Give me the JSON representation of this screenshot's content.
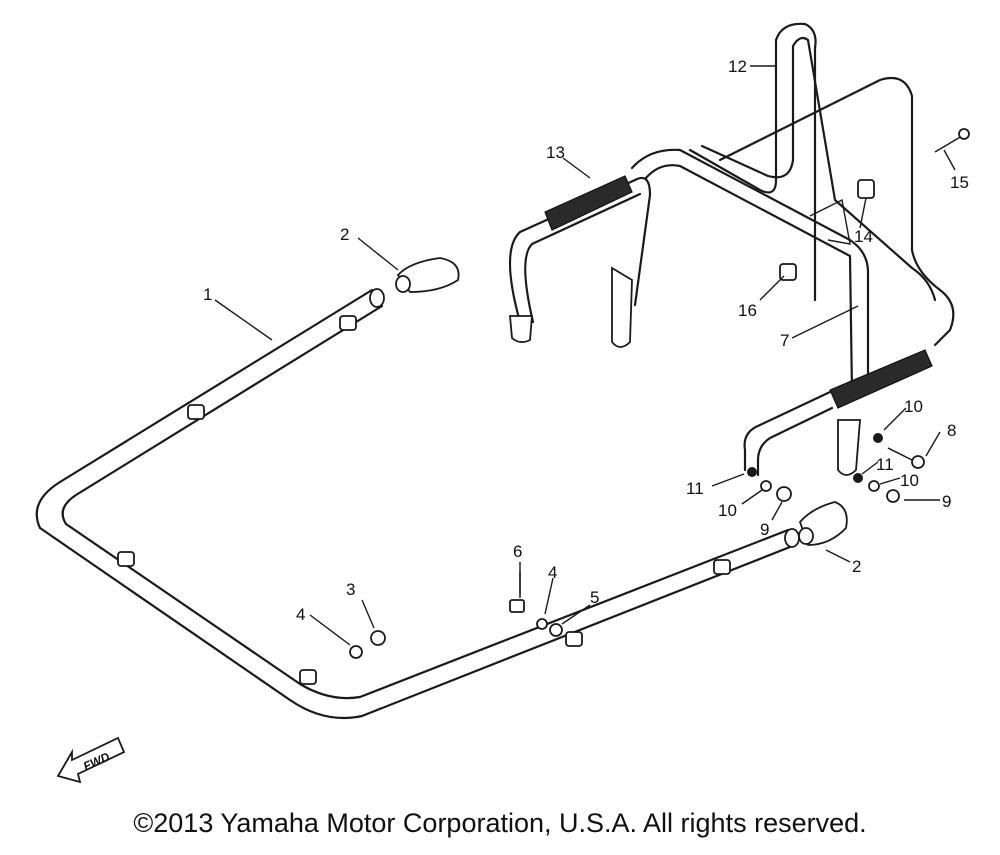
{
  "callouts": {
    "c1": "1",
    "c2a": "2",
    "c2b": "2",
    "c3": "3",
    "c4a": "4",
    "c4b": "4",
    "c5": "5",
    "c6": "6",
    "c7": "7",
    "c8": "8",
    "c9a": "9",
    "c9b": "9",
    "c10a": "10",
    "c10b": "10",
    "c10c": "10",
    "c11a": "11",
    "c11b": "11",
    "c12": "12",
    "c13": "13",
    "c14": "14",
    "c15": "15",
    "c16": "16"
  },
  "fwd_label": "FWD",
  "copyright": "©2013 Yamaha Motor Corporation, U.S.A. All rights reserved."
}
